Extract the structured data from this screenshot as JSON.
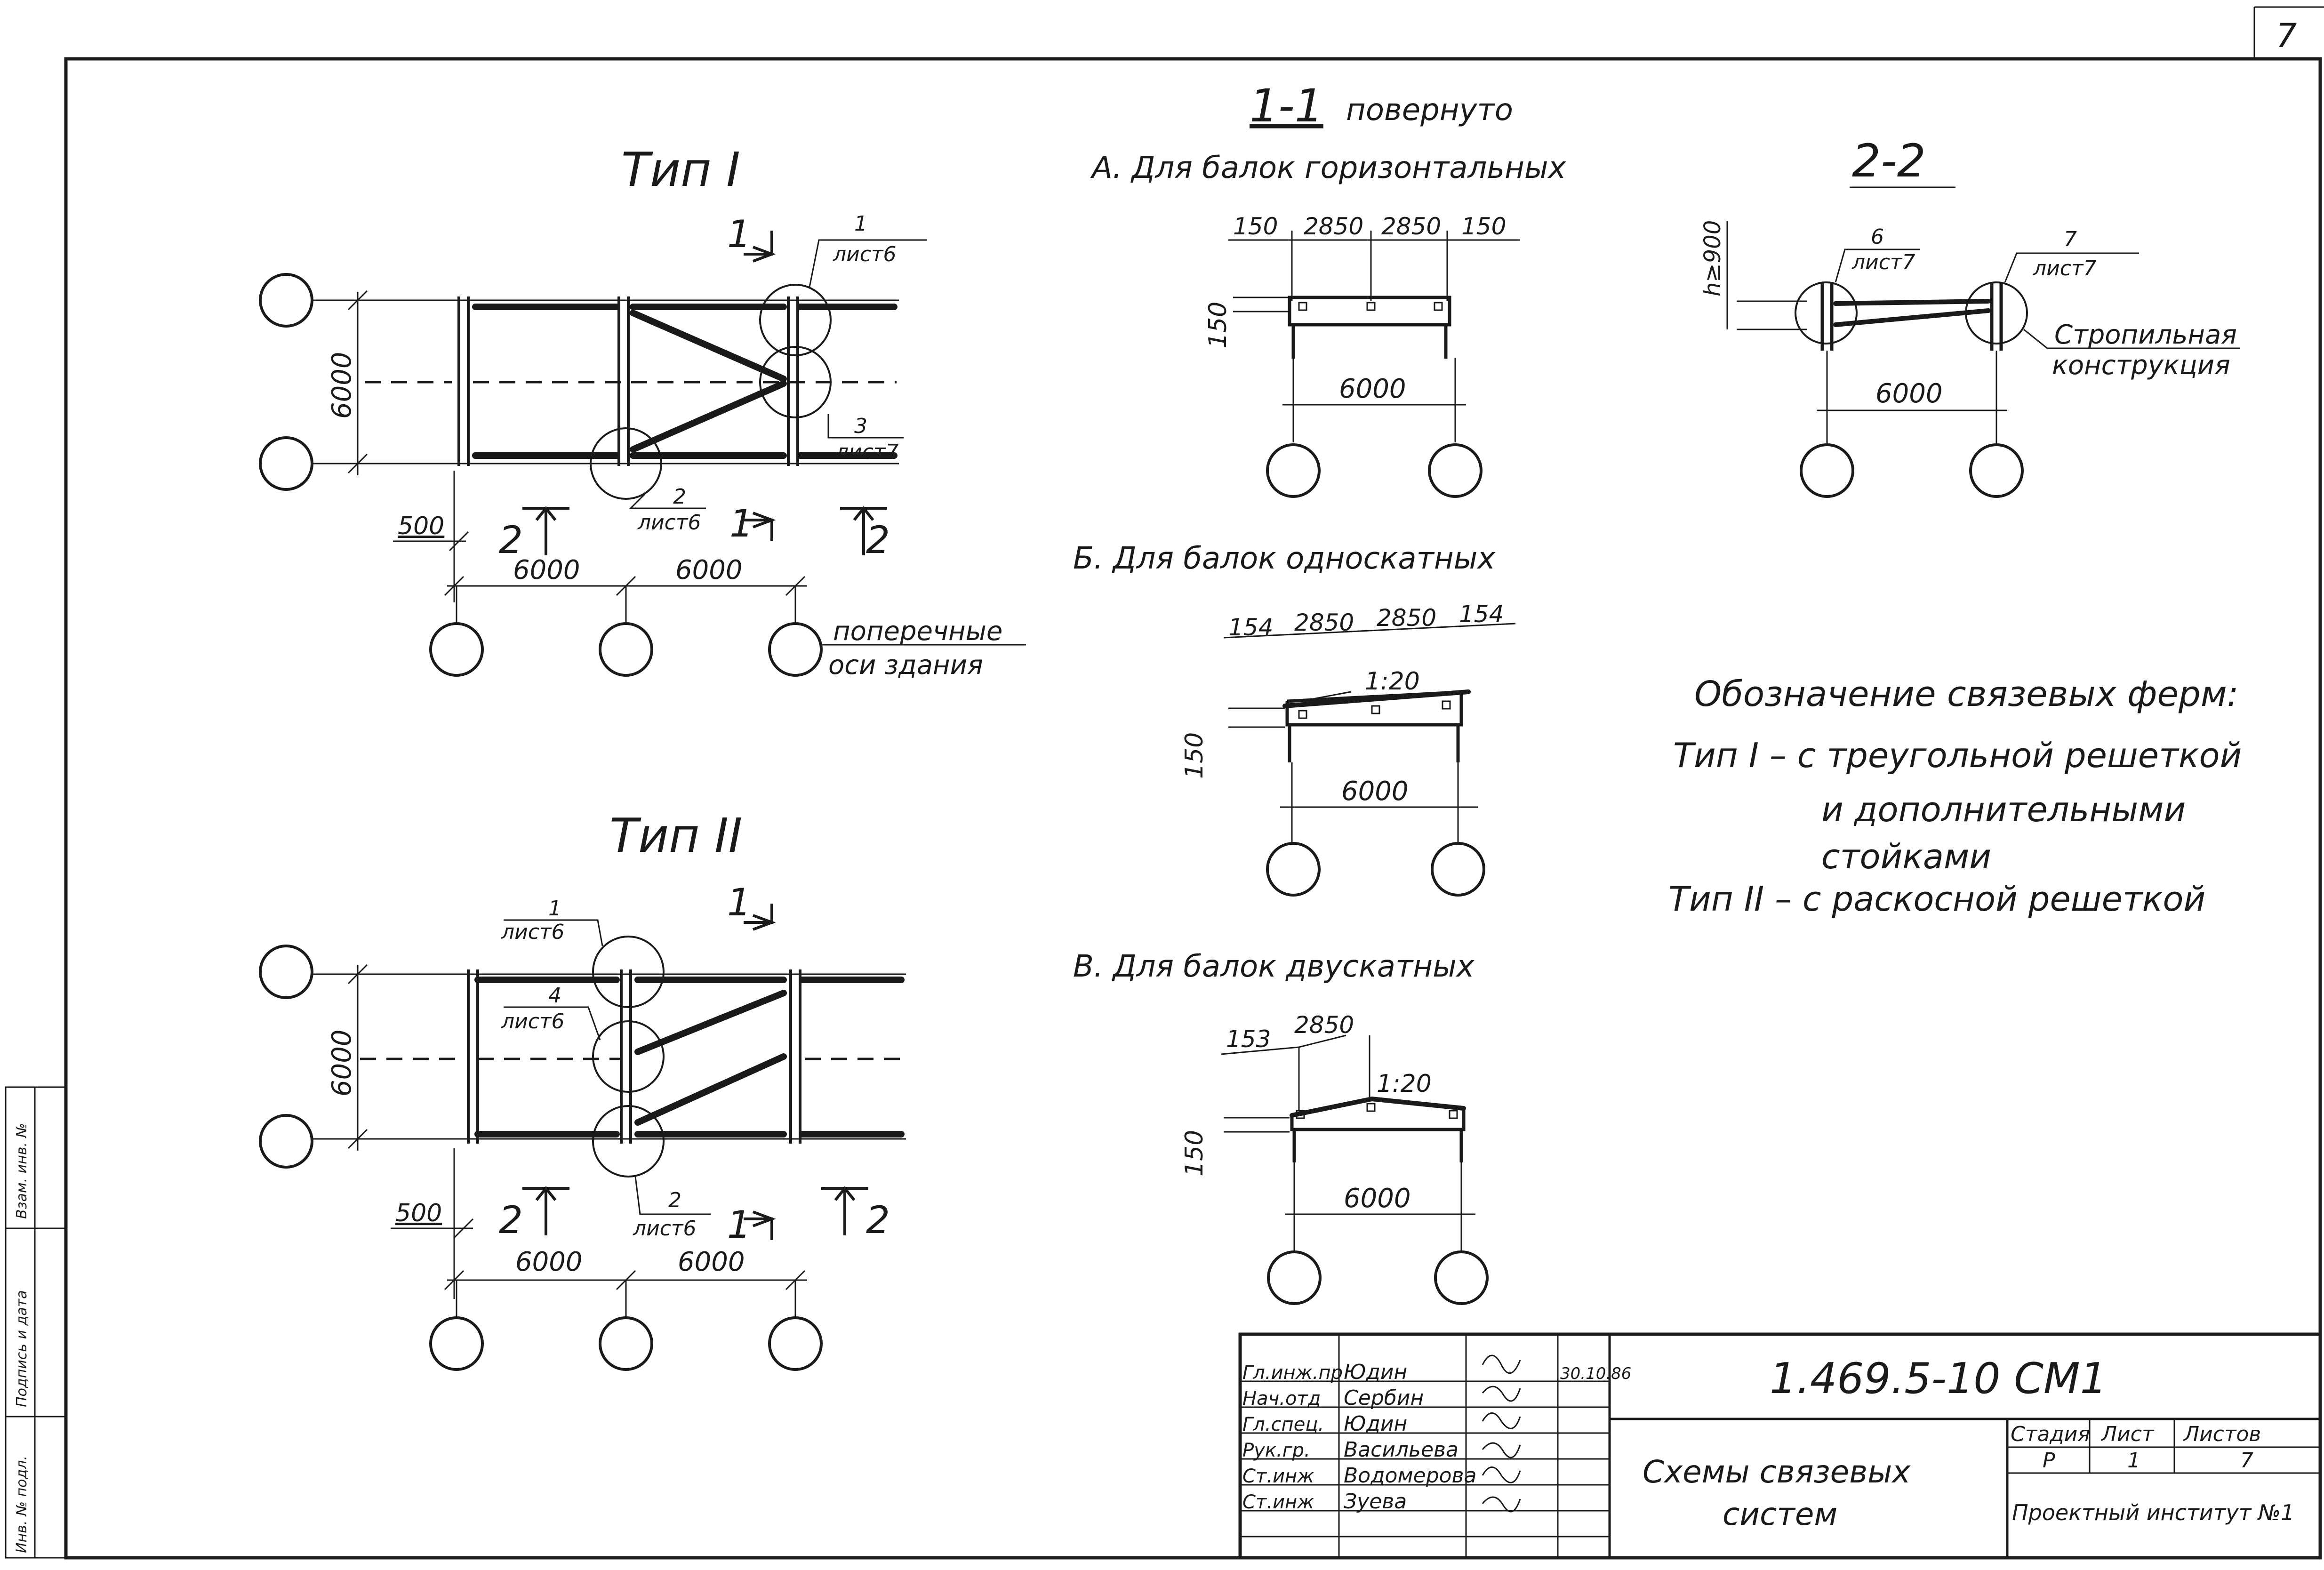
{
  "sheet_number": "7",
  "type_1": {
    "title": "Тип I",
    "dim_vertical": "6000",
    "dim_500": "500",
    "dim_span_1": "6000",
    "dim_span_2": "6000",
    "node_1": {
      "num": "1",
      "sheet": "лист6"
    },
    "node_2": {
      "num": "2",
      "sheet": "лист6"
    },
    "node_3": {
      "num": "3",
      "sheet": "лист7"
    },
    "cut_1": "1",
    "cut_2": "2",
    "axes_label_line1": "поперечные",
    "axes_label_line2": "оси здания"
  },
  "type_2": {
    "title": "Тип II",
    "dim_vertical": "6000",
    "dim_500": "500",
    "dim_span_1": "6000",
    "dim_span_2": "6000",
    "node_1": {
      "num": "1",
      "sheet": "лист6"
    },
    "node_4": {
      "num": "4",
      "sheet": "лист6"
    },
    "node_2": {
      "num": "2",
      "sheet": "лист6"
    },
    "cut_1": "1",
    "cut_2": "2"
  },
  "section_1_1": {
    "title": "1-1",
    "title_note": "повернуто",
    "a": {
      "label": "А. Для балок горизонтальных",
      "dims_top": [
        "150",
        "2850",
        "2850",
        "150"
      ],
      "dim_side": "150",
      "dim_span": "6000"
    },
    "b": {
      "label": "Б. Для балок односкатных",
      "dims_top": [
        "154",
        "2850",
        "2850",
        "154"
      ],
      "slope": "1:20",
      "dim_side": "150",
      "dim_span": "6000"
    },
    "c": {
      "label": "В. Для балок двускатных",
      "dims_top": [
        "153",
        "2850"
      ],
      "slope": "1:20",
      "dim_side": "150",
      "dim_span": "6000"
    }
  },
  "section_2_2": {
    "title": "2-2",
    "dim_side": "h≥900",
    "dim_span": "6000",
    "node_6": {
      "num": "6",
      "sheet": "лист7"
    },
    "node_7": {
      "num": "7",
      "sheet": "лист7"
    },
    "rafter_line1": "Стропильная",
    "rafter_line2": "конструкция"
  },
  "legend": {
    "title": "Обозначение связевых ферм:",
    "type1_line1": "Тип I – с треугольной решеткой",
    "type1_line2": "и дополнительными",
    "type1_line3": "стойками",
    "type2_line1": "Тип II – с раскосной решеткой"
  },
  "title_block": {
    "roles": [
      "Гл.инж.пр",
      "Нач.отд",
      "Гл.спец.",
      "Рук.гр.",
      "Ст.инж",
      "Ст.инж"
    ],
    "names": [
      "Юдин",
      "Сербин",
      "Юдин",
      "Васильева",
      "Водомерова",
      "Зуева"
    ],
    "date": "30.10.86",
    "code": "1.469.5-10 СМ1",
    "doc_title_line1": "Схемы связевых",
    "doc_title_line2": "систем",
    "stage_header": "Стадия",
    "sheet_header": "Лист",
    "sheets_header": "Листов",
    "stage_value": "Р",
    "sheet_value": "1",
    "sheets_value": "7",
    "org": "Проектный институт №1"
  },
  "side_stamp": {
    "field_1": "Инв. № подл.",
    "field_2": "Подпись и дата",
    "field_3": "Взам. инв. №"
  }
}
